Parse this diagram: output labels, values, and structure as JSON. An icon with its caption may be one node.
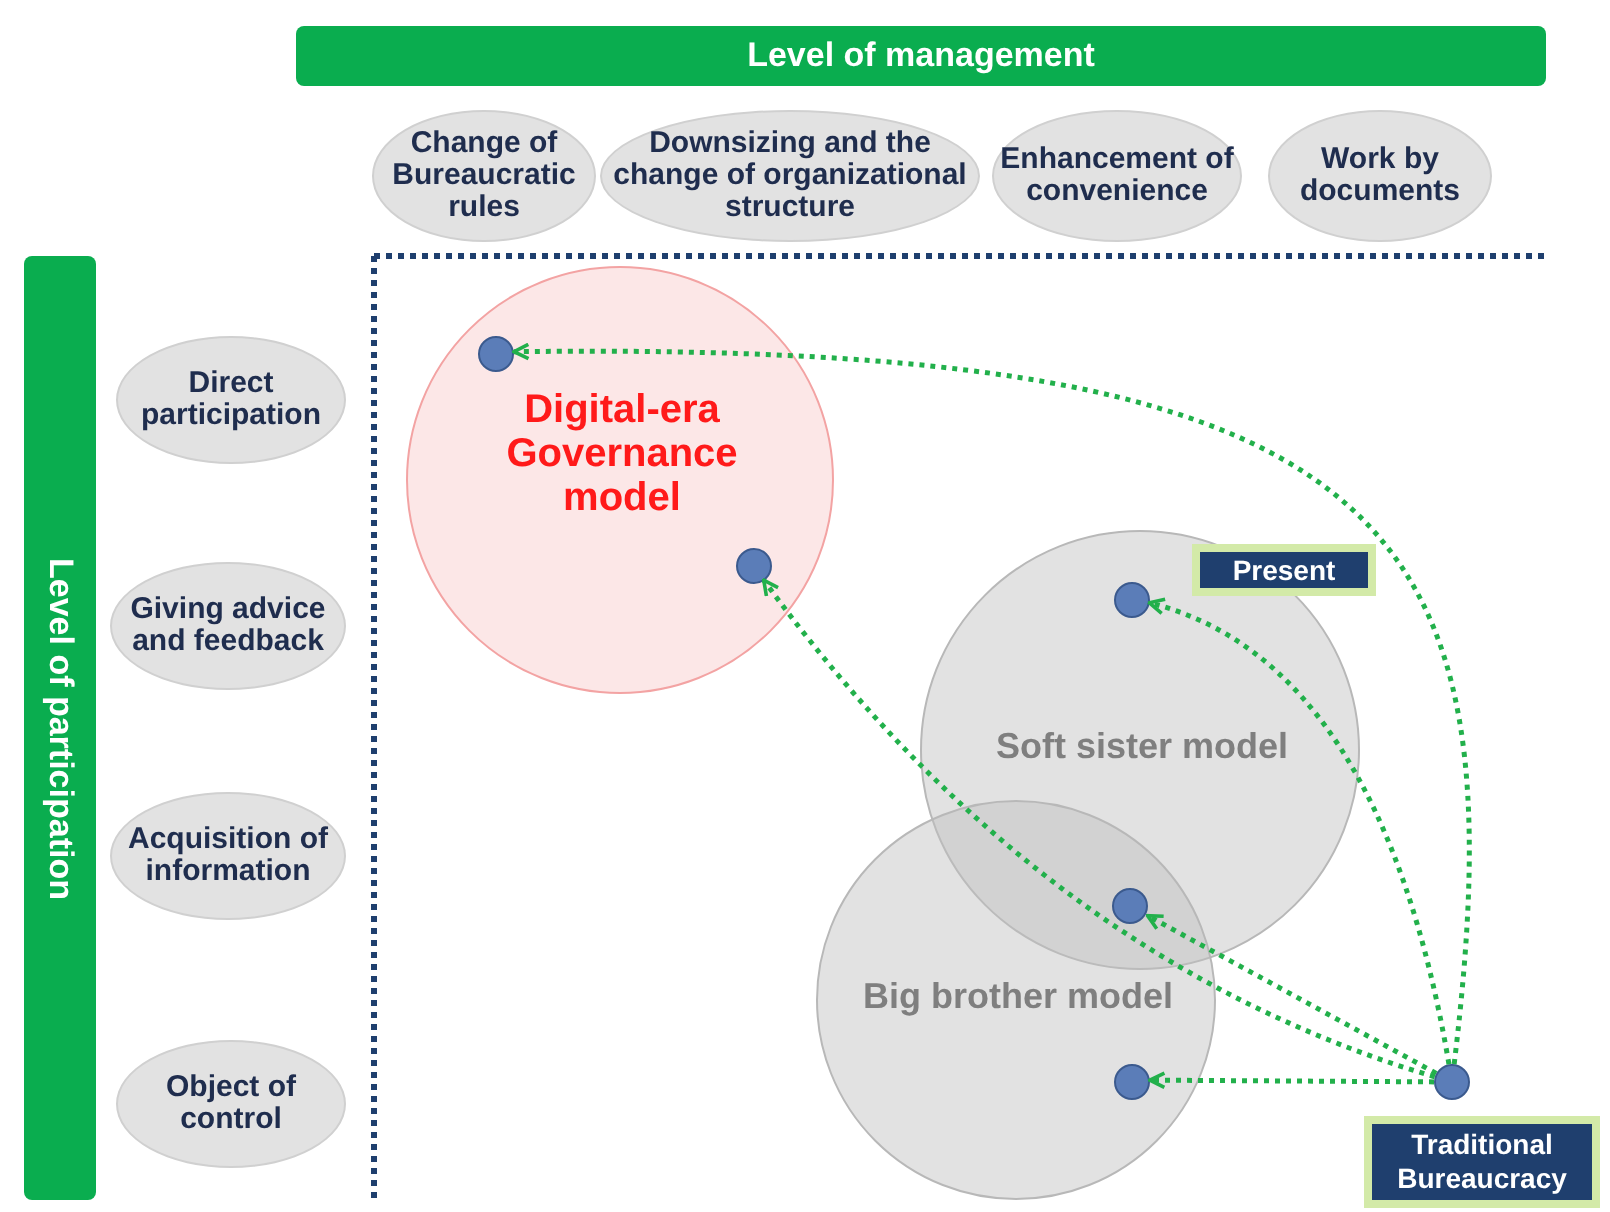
{
  "diagram": {
    "nodes": [
      {
        "text": [
          "Level of management"
        ]
      },
      {
        "text": [
          "Change of Bureaucratic rules"
        ]
      },
      {
        "text": [
          "Downsizing and the change of organizational structure"
        ]
      },
      {
        "text": [
          "Enhancement of convenience"
        ]
      },
      {
        "text": [
          "Work by documents"
        ]
      },
      {
        "text": [
          "Level of participation"
        ]
      },
      {
        "text": [
          "Direct participation"
        ]
      },
      {
        "text": [
          "Giving advice and feedback"
        ]
      },
      {
        "text": [
          "Acquisition of information"
        ]
      },
      {
        "text": [
          "Object of control"
        ]
      },
      {
        "text": [
          "Digital-era Governance model"
        ]
      },
      {
        "text": [
          "Soft sister model"
        ]
      },
      {
        "text": [
          "Big brother model"
        ]
      },
      {
        "text": [
          "Present"
        ]
      },
      {
        "text": [
          "Traditional Bureaucracy"
        ]
      },
      {
        "text": [],
        "shape": "circle",
        "in": 10
      },
      {
        "text": [],
        "shape": "circle",
        "in": 10
      },
      {
        "text": [],
        "shape": "circle",
        "in": 11
      },
      {
        "text": [],
        "shape": "circle"
      },
      {
        "text": [],
        "shape": "circle",
        "in": 12
      },
      {
        "text": [],
        "shape": "circle"
      }
    ],
    "edges": [
      {
        "from": 20,
        "to": 15,
        "arrow": "to",
        "style": "dashed"
      },
      {
        "from": 20,
        "to": 16,
        "arrow": "to",
        "style": "dashed"
      },
      {
        "from": 20,
        "to": 17,
        "arrow": "to",
        "style": "dashed"
      },
      {
        "from": 20,
        "to": 18,
        "arrow": "to",
        "style": "dashed"
      },
      {
        "from": 20,
        "to": 19,
        "arrow": "to",
        "style": "dashed"
      }
    ]
  }
}
